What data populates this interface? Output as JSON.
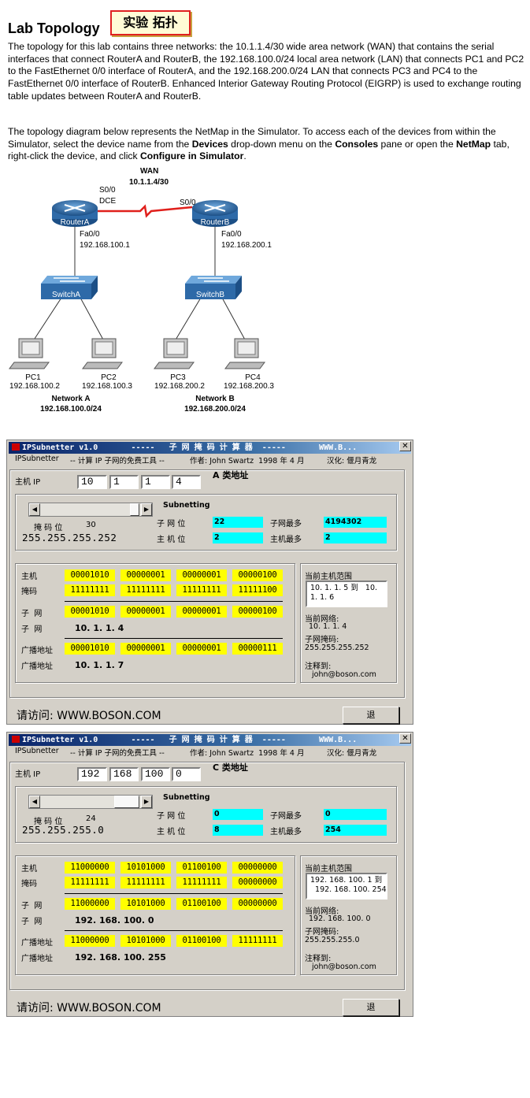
{
  "header": {
    "title": "Lab Topology",
    "cn_badge": "实验 拓扑"
  },
  "intro": {
    "p1": "The topology for this lab contains three networks: the 10.1.1.4/30 wide area network (WAN) that contains the serial interfaces that connect RouterA and RouterB, the 192.168.100.0/24 local area network (LAN) that connects PC1 and PC2 to the FastEthernet 0/0 interface of RouterA, and the 192.168.200.0/24 LAN that connects PC3 and PC4 to the FastEthernet 0/0 interface of RouterB. Enhanced Interior Gateway Routing Protocol (EIGRP) is used to exchange routing table updates between RouterA and RouterB.",
    "p2_a": "The topology diagram below represents the NetMap in the Simulator. To access each of the devices from within the Simulator, select the device name from the ",
    "p2_devices": "Devices",
    "p2_b": " drop-down menu on the ",
    "p2_consoles": "Consoles",
    "p2_c": " pane or open the ",
    "p2_netmap": "NetMap",
    "p2_d": " tab, right-click the device, and click ",
    "p2_configure": "Configure in Simulator",
    "p2_e": "."
  },
  "topology": {
    "wan_label": "WAN",
    "wan_net": "10.1.1.4/30",
    "routerA": {
      "name": "RouterA",
      "serial": "S0/0",
      "dce": "DCE",
      "fa": "Fa0/0",
      "ip": "192.168.100.1"
    },
    "routerB": {
      "name": "RouterB",
      "serial": "S0/0",
      "fa": "Fa0/0",
      "ip": "192.168.200.1"
    },
    "switchA": "SwitchA",
    "switchB": "SwitchB",
    "pcs": [
      {
        "name": "PC1",
        "ip": "192.168.100.2"
      },
      {
        "name": "PC2",
        "ip": "192.168.100.3"
      },
      {
        "name": "PC3",
        "ip": "192.168.200.2"
      },
      {
        "name": "PC4",
        "ip": "192.168.200.3"
      }
    ],
    "netA_title": "Network A",
    "netA": "192.168.100.0/24",
    "netB_title": "Network B",
    "netB": "192.168.200.0/24"
  },
  "windows": [
    {
      "title": "IPSubnetter v1.0       -----   子 网 掩 码 计 算 器  -----       WWW.B...",
      "close": "✕",
      "sub_app": "IPSubnetter",
      "sub_tool": "-- 计算 IP 子网的免费工具 --",
      "sub_author": "作者: John Swartz  1998 年 4 月",
      "sub_cn": "汉化: 偃月青龙",
      "host_ip_label": "主机 IP",
      "ip": [
        "10",
        "1",
        "1",
        "4"
      ],
      "class_label": "A 类地址",
      "subnetting_label": "Subnetting",
      "mask_bits_label": "掩 码 位",
      "mask_bits": "30",
      "mask": "255.255.255.252",
      "subnet_bits_label": "子 网 位",
      "subnet_bits": "22",
      "host_bits_label": "主 机 位",
      "host_bits": "2",
      "max_subnets_label": "子网最多",
      "max_subnets": "4194302",
      "max_hosts_label": "主机最多",
      "max_hosts": "2",
      "row_host_label": "主机",
      "row_mask_label": "掩码",
      "row_subnet_label": "子  网",
      "row_subnet2_label": "子  网",
      "row_bcast_label": "广播地址",
      "row_bcast2_label": "广播地址",
      "host_bin": [
        "00001010",
        "00000001",
        "00000001",
        "00000100"
      ],
      "mask_bin": [
        "11111111",
        "11111111",
        "11111111",
        "11111100"
      ],
      "subnet_bin": [
        "00001010",
        "00000001",
        "00000001",
        "00000100"
      ],
      "subnet": "10. 1. 1. 4",
      "bcast_bin": [
        "00001010",
        "00000001",
        "00000001",
        "00000111"
      ],
      "bcast": "10. 1. 1. 7",
      "range_label": "当前主机范围",
      "range": "10. 1. 1. 5 到   10.\n1. 1. 6",
      "cur_net_label": "当前网络:",
      "cur_net": "10. 1. 1. 4",
      "cur_mask_label": "子网掩码:",
      "cur_mask": "255.255.255.252",
      "note_label": "注释到:",
      "email": "john@boson.com",
      "visit_label": "请访问: ",
      "visit_url": "WWW.BOSON.COM",
      "exit_label": "退"
    },
    {
      "title": "IPSubnetter v1.0       -----   子 网 掩 码 计 算 器  -----       WWW.B...",
      "close": "✕",
      "sub_app": "IPSubnetter",
      "sub_tool": "-- 计算 IP 子网的免费工具 --",
      "sub_author": "作者: John Swartz  1998 年 4 月",
      "sub_cn": "汉化: 偃月青龙",
      "host_ip_label": "主机 IP",
      "ip": [
        "192",
        "168",
        "100",
        "0"
      ],
      "class_label": "C 类地址",
      "subnetting_label": "Subnetting",
      "mask_bits_label": "掩 码 位",
      "mask_bits": "24",
      "mask": "255.255.255.0",
      "subnet_bits_label": "子 网 位",
      "subnet_bits": "0",
      "host_bits_label": "主 机 位",
      "host_bits": "8",
      "max_subnets_label": "子网最多",
      "max_subnets": "0",
      "max_hosts_label": "主机最多",
      "max_hosts": "254",
      "row_host_label": "主机",
      "row_mask_label": "掩码",
      "row_subnet_label": "子  网",
      "row_subnet2_label": "子  网",
      "row_bcast_label": "广播地址",
      "row_bcast2_label": "广播地址",
      "host_bin": [
        "11000000",
        "10101000",
        "01100100",
        "00000000"
      ],
      "mask_bin": [
        "11111111",
        "11111111",
        "11111111",
        "00000000"
      ],
      "subnet_bin": [
        "11000000",
        "10101000",
        "01100100",
        "00000000"
      ],
      "subnet": "192. 168. 100. 0",
      "bcast_bin": [
        "11000000",
        "10101000",
        "01100100",
        "11111111"
      ],
      "bcast": "192. 168. 100. 255",
      "range_label": "当前主机范围",
      "range": "192. 168. 100. 1 到\n  192. 168. 100. 254",
      "cur_net_label": "当前网络:",
      "cur_net": "192. 168. 100. 0",
      "cur_mask_label": "子网掩码:",
      "cur_mask": "255.255.255.0",
      "note_label": "注释到:",
      "email": "john@boson.com",
      "visit_label": "请访问: ",
      "visit_url": "WWW.BOSON.COM",
      "exit_label": "退"
    }
  ]
}
